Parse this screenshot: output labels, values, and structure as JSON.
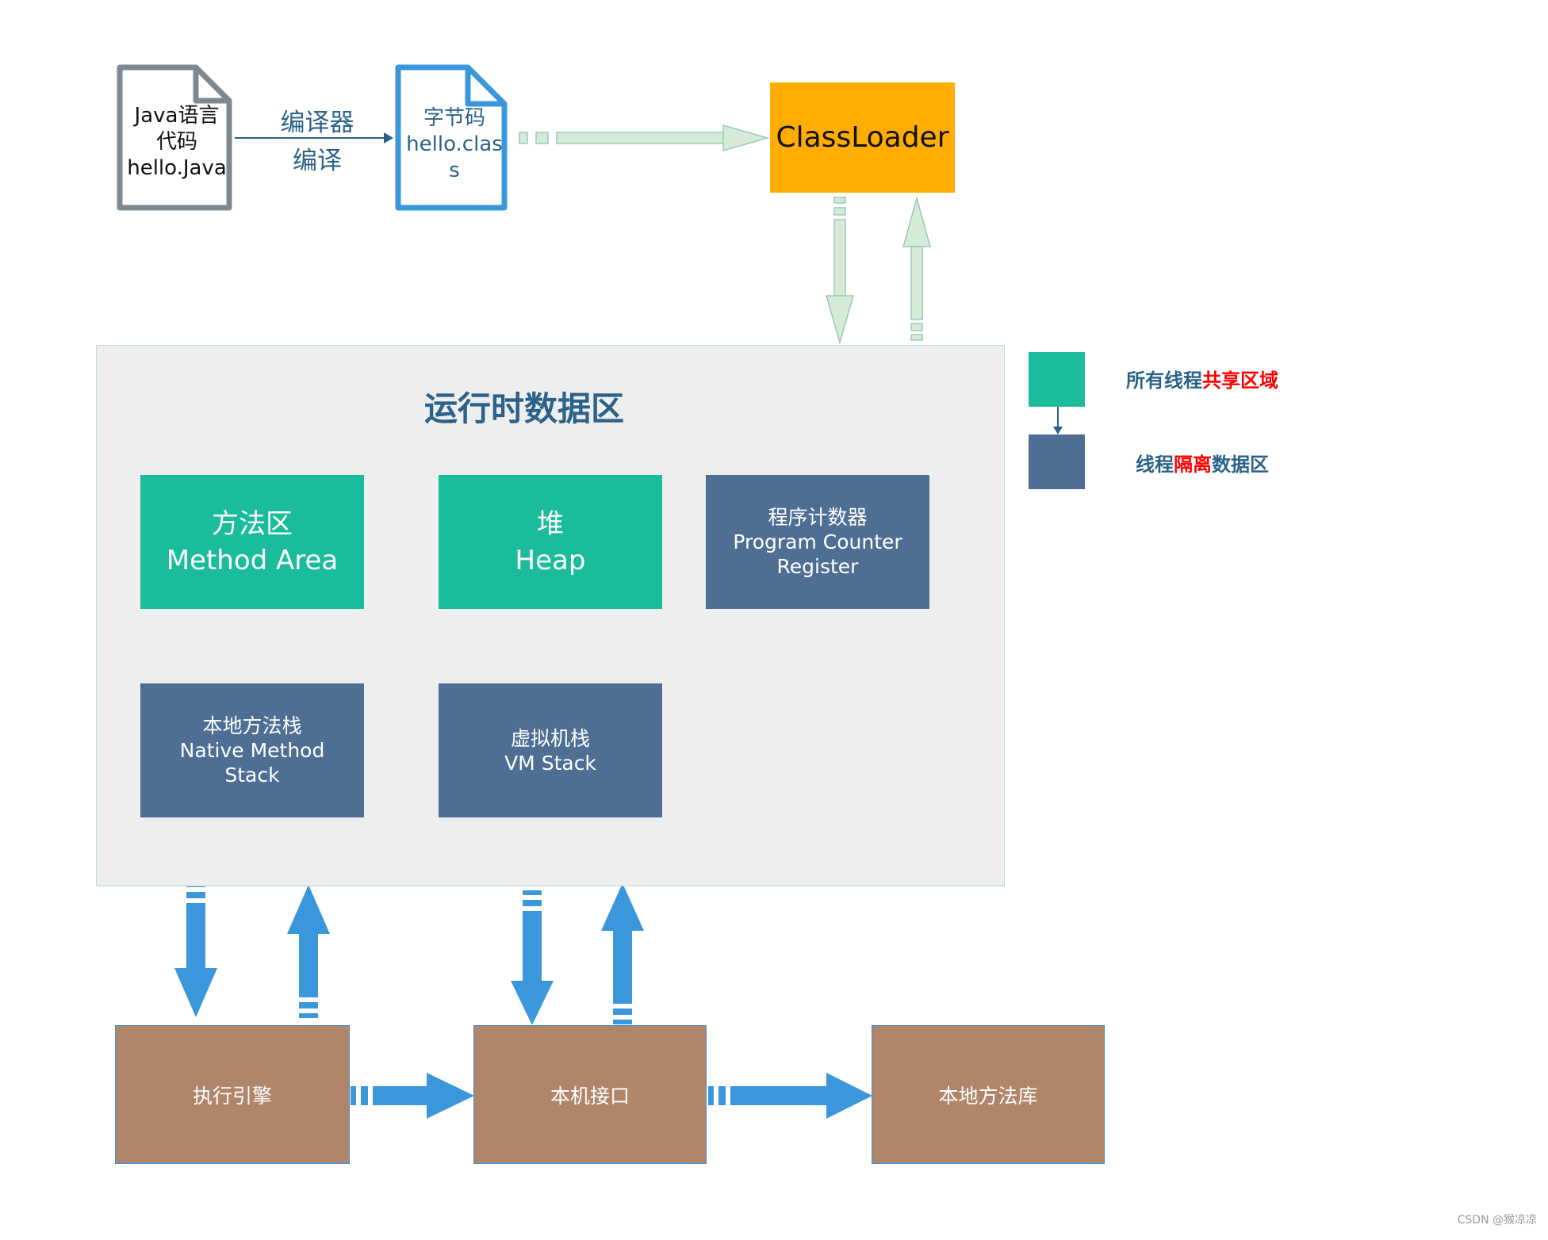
{
  "source_file": {
    "lines": [
      "Java语言",
      "代码",
      "hello.Java"
    ]
  },
  "compile": {
    "label_line1": "编译器",
    "label_line2": "编译"
  },
  "bytecode_file": {
    "lines": [
      "字节码",
      "hello.clas",
      "s"
    ]
  },
  "classloader": {
    "label": "ClassLoader"
  },
  "runtime_area": {
    "title": "运行时数据区",
    "blocks": [
      {
        "zh": "方法区",
        "en": "Method Area"
      },
      {
        "zh": "堆",
        "en": "Heap"
      },
      {
        "zh": "程序计数器",
        "en": "Program Counter Register"
      },
      {
        "zh": "本地方法栈",
        "en": "Native Method Stack"
      },
      {
        "zh": "虚拟机栈",
        "en": "VM Stack"
      }
    ]
  },
  "legend": {
    "shared_prefix": "所有线程",
    "shared_highlight": "共享区域",
    "isolated_prefix": "线程",
    "isolated_highlight": "隔离",
    "isolated_suffix": "数据区"
  },
  "bottom": {
    "execution_engine": "执行引擎",
    "native_interface": "本机接口",
    "native_library": "本地方法库"
  },
  "watermark": "CSDN @猴凉凉",
  "colors": {
    "shared_green": "#1abc9c",
    "isolated_slate": "#4f6e93",
    "classloader_orange": "#ffad00",
    "bottom_brown": "#b08569",
    "arrow_blue": "#3a97dc",
    "arrow_pale_green": "#d5ead7",
    "title_blue": "#2b6289",
    "highlight_red": "#ff0000"
  }
}
